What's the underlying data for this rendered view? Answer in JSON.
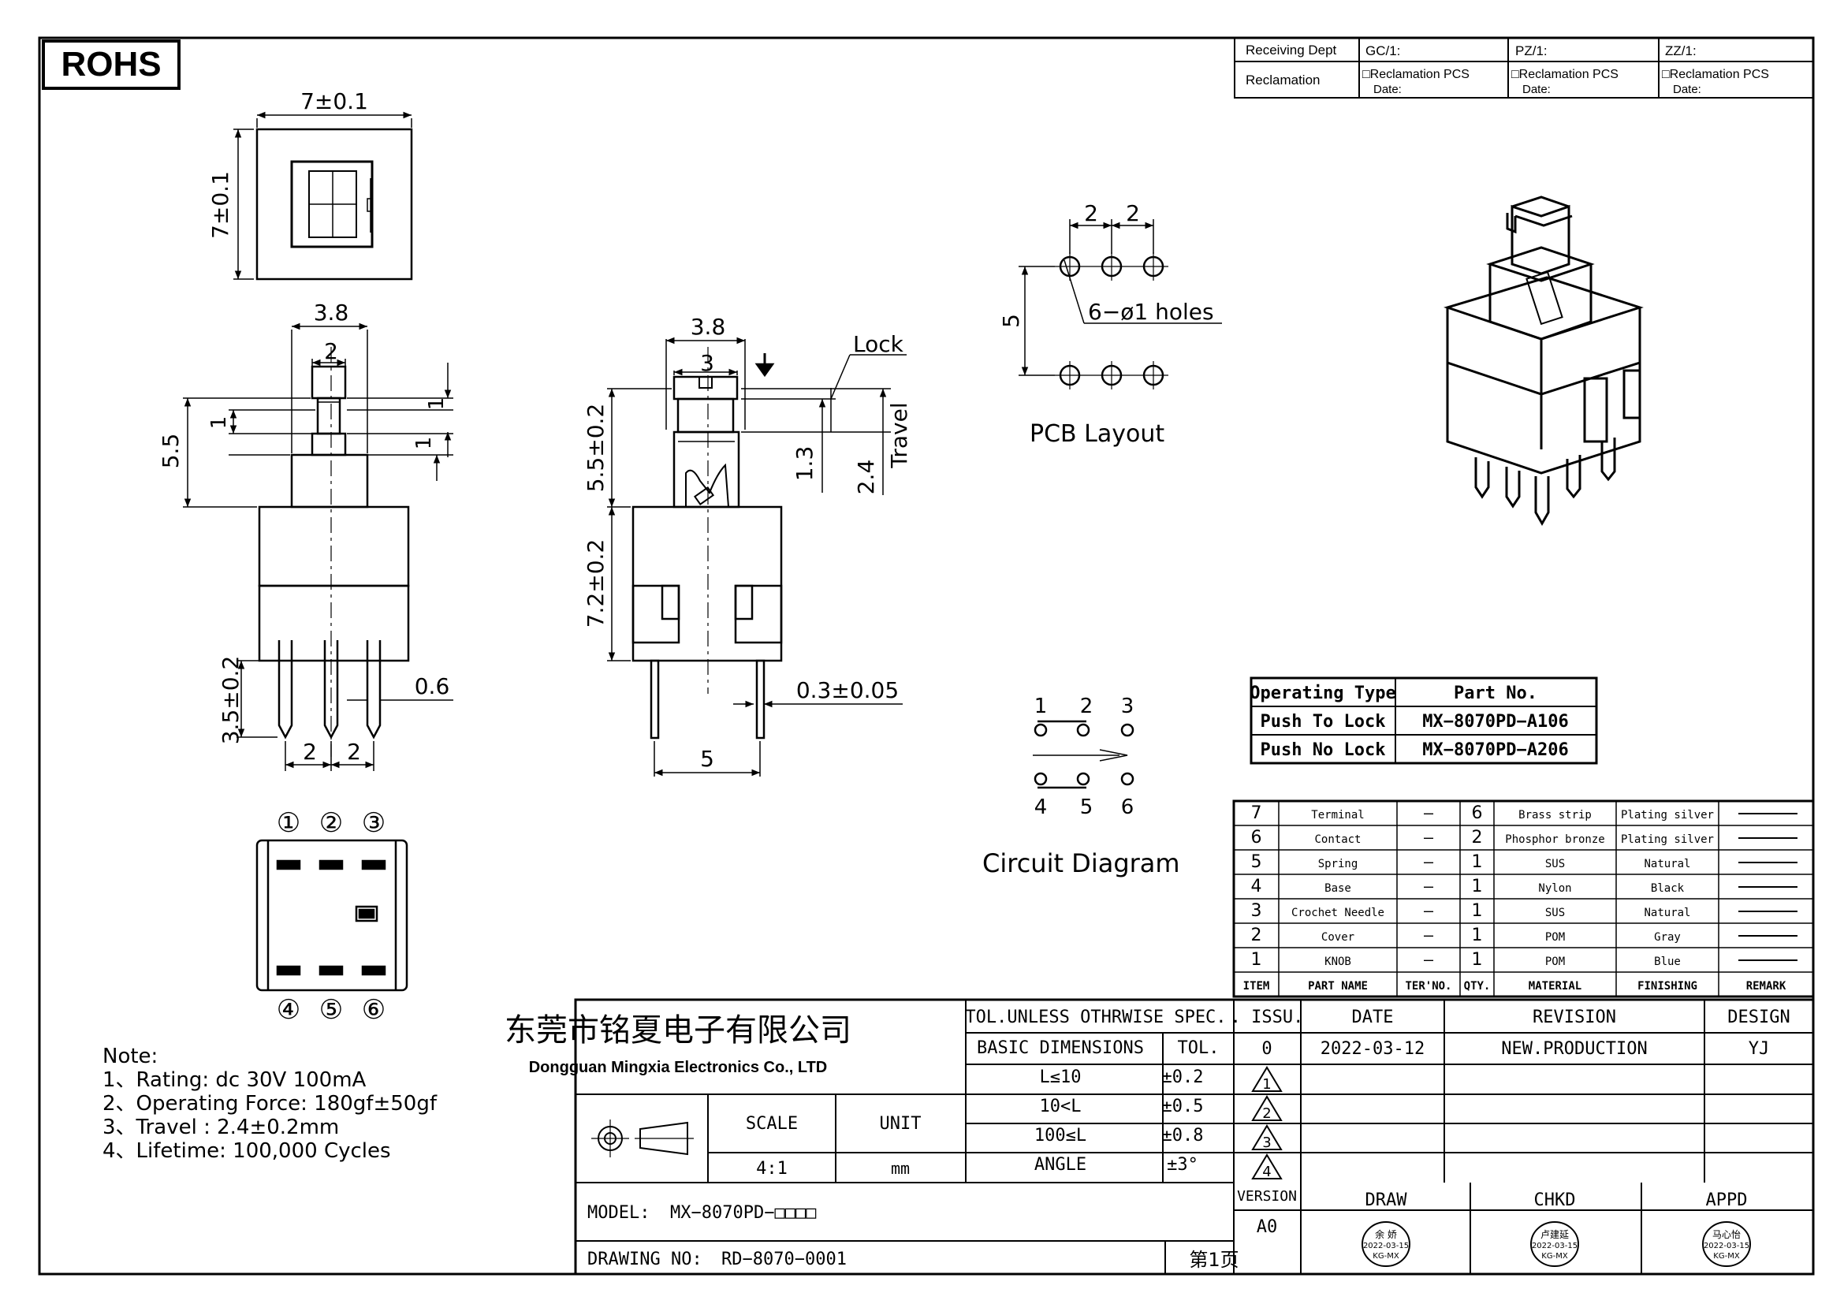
{
  "rohs": "ROHS",
  "receiving": {
    "headers": [
      "Receiving Dept",
      "GC/1:",
      "PZ/1:",
      "ZZ/1:"
    ],
    "row_label": "Reclamation",
    "cells": [
      {
        "line1": "□Reclamation  PCS",
        "line2": "Date:"
      },
      {
        "line1": "□Reclamation  PCS",
        "line2": "Date:"
      },
      {
        "line1": "□Reclamation  PCS",
        "line2": "Date:"
      }
    ]
  },
  "dims": {
    "top_w": "7±0.1",
    "top_h": "7±0.1",
    "front_38": "3.8",
    "front_2": "2",
    "front_55": "5.5",
    "front_1a": "1",
    "front_1b": "1",
    "front_1c": "1",
    "front_35": "3.5±0.2",
    "front_06": "0.6",
    "front_pitch1": "2",
    "front_pitch2": "2",
    "side_38": "3.8",
    "side_3": "3",
    "side_lock": "Lock",
    "side_55": "5.5±0.2",
    "side_72": "7.2±0.2",
    "side_13": "1.3",
    "side_24": "2.4",
    "side_travel": "Travel",
    "side_03": "0.3±0.05",
    "side_5": "5",
    "pcb_2a": "2",
    "pcb_2b": "2",
    "pcb_5": "5",
    "pcb_holes": "6−ø1  holes",
    "pcb_title": "PCB  Layout",
    "pins_top": [
      "①",
      "②",
      "③"
    ],
    "pins_bottom": [
      "④",
      "⑤",
      "⑥"
    ],
    "circuit_top": [
      "1",
      "2",
      "3"
    ],
    "circuit_bottom": [
      "4",
      "5",
      "6"
    ],
    "circuit_title": "Circuit  Diagram"
  },
  "part_table": {
    "headers": [
      "Operating  Type",
      "Part  No."
    ],
    "rows": [
      [
        "Push  To  Lock",
        "MX−8070PD−A106"
      ],
      [
        "Push  No  Lock",
        "MX−8070PD−A206"
      ]
    ]
  },
  "bom": {
    "rows": [
      {
        "item": "7",
        "name": "Terminal",
        "no": "—",
        "qty": "6",
        "mat": "Brass strip",
        "fin": "Plating silver"
      },
      {
        "item": "6",
        "name": "Contact",
        "no": "—",
        "qty": "2",
        "mat": "Phosphor bronze",
        "fin": "Plating silver"
      },
      {
        "item": "5",
        "name": "Spring",
        "no": "—",
        "qty": "1",
        "mat": "SUS",
        "fin": "Natural"
      },
      {
        "item": "4",
        "name": "Base",
        "no": "—",
        "qty": "1",
        "mat": "Nylon",
        "fin": "Black"
      },
      {
        "item": "3",
        "name": "Crochet Needle",
        "no": "—",
        "qty": "1",
        "mat": "SUS",
        "fin": "Natural"
      },
      {
        "item": "2",
        "name": "Cover",
        "no": "—",
        "qty": "1",
        "mat": "POM",
        "fin": "Gray"
      },
      {
        "item": "1",
        "name": "KNOB",
        "no": "—",
        "qty": "1",
        "mat": "POM",
        "fin": "Blue"
      }
    ],
    "headers": [
      "ITEM",
      "PART NAME",
      "TER'NO.",
      "QTY.",
      "MATERIAL",
      "FINISHING",
      "REMARK"
    ]
  },
  "title_block": {
    "company_cn": "东莞市铭夏电子有限公司",
    "company_en": "Dongguan Mingxia Electronics Co., LTD",
    "tol_title": "TOL.UNLESS OTHRWISE SPEC.",
    "basic_dim": "BASIC DIMENSIONS",
    "tol": "TOL.",
    "tol_rows": [
      [
        "L≤10",
        "±0.2"
      ],
      [
        "10<L",
        "±0.5"
      ],
      [
        "100≤L",
        "±0.8"
      ],
      [
        "ANGLE",
        "±3°"
      ]
    ],
    "scale_label": "SCALE",
    "unit_label": "UNIT",
    "scale": "4:1",
    "unit": "mm",
    "issu": ". ISSU.",
    "date": "DATE",
    "revision": "REVISION",
    "design": "DESIGN",
    "rev0": "0",
    "rev_date": "2022-03-12",
    "rev_text": "NEW.PRODUCTION",
    "designer": "YJ",
    "triangles": [
      "1",
      "2",
      "3",
      "4"
    ],
    "model_label": "MODEL:",
    "model": "MX−8070PD−□□□□",
    "version_label": "VERSION",
    "version": "A0",
    "draw": "DRAW",
    "chkd": "CHKD",
    "appd": "APPD",
    "drawing_no_label": "DRAWING NO:",
    "drawing_no": "RD−8070−0001",
    "page": "第1页",
    "stamps": [
      {
        "name": "余 娇",
        "date": "2022-03-15",
        "code": "KG-MX"
      },
      {
        "name": "卢建延",
        "date": "2022-03-15",
        "code": "KG-MX"
      },
      {
        "name": "马心怡",
        "date": "2022-03-15",
        "code": "KG-MX"
      }
    ]
  },
  "notes": {
    "title": "Note:",
    "lines": [
      "1、Rating:  dc  30V  100mA",
      "2、Operating  Force:  180gf±50gf",
      "3、Travel  :  2.4±0.2mm",
      "4、Lifetime:    100,000  Cycles"
    ]
  }
}
